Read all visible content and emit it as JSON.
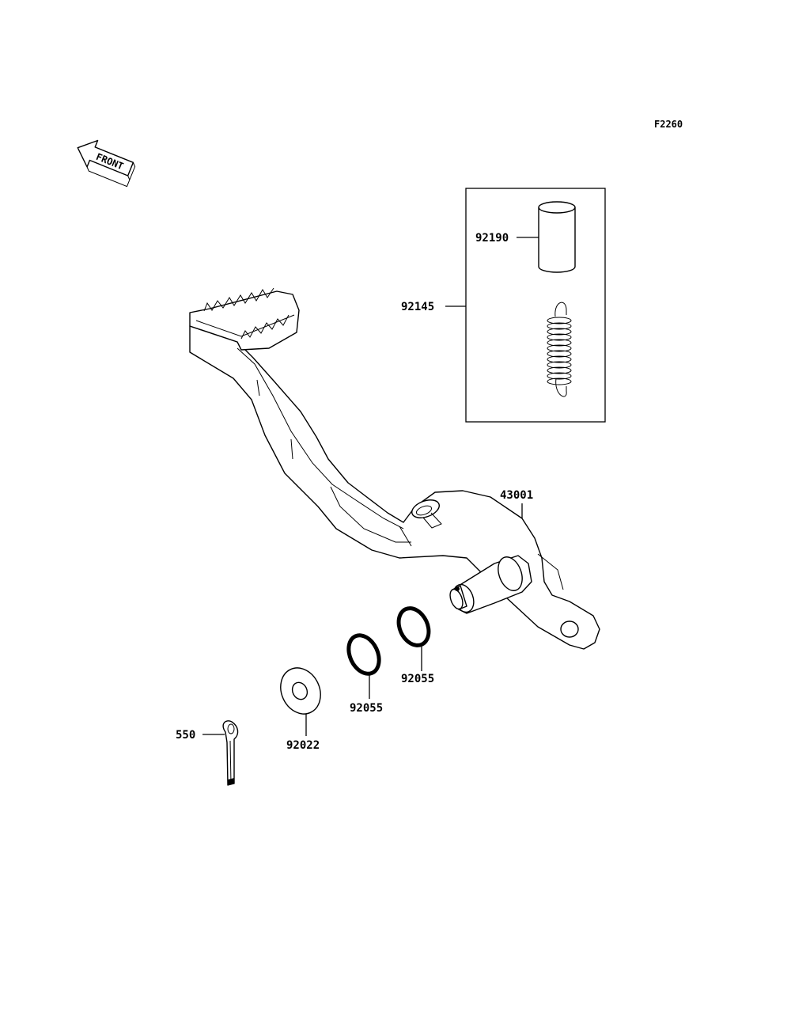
{
  "diagram": {
    "code": "F2260",
    "direction_label": "FRONT",
    "kit_box": {
      "kit_number": "92145",
      "contents": [
        "92190"
      ]
    },
    "parts": {
      "pedal": "43001",
      "washer_outer": "92055",
      "washer_inner": "92055",
      "plain_washer": "92022",
      "cotter_pin": "550"
    }
  }
}
